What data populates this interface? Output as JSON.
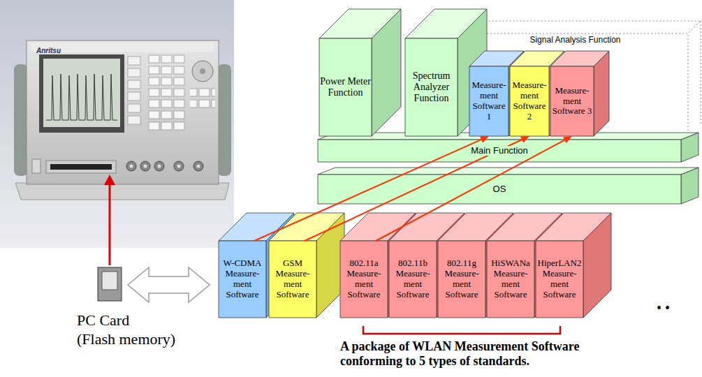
{
  "diagram": {
    "caption": "A package of WLAN Measurement Software conforming to 5 types of standards.",
    "nodes": [
      {
        "text": [
          "Power Meter Function"
        ]
      },
      {
        "text": [
          "Spectrum Analyzer Function"
        ]
      },
      {
        "text": [
          "Signal Analysis Function"
        ]
      },
      {
        "text": [
          "Measure-ment Software 1"
        ],
        "in": 2
      },
      {
        "text": [
          "Measure-ment Software 2"
        ],
        "in": 2
      },
      {
        "text": [
          "Measure-ment Software 3"
        ],
        "in": 2
      },
      {
        "text": [
          "Main Function"
        ]
      },
      {
        "text": [
          "OS"
        ]
      },
      {
        "text": [
          "W-CDMA Measure-ment Software"
        ]
      },
      {
        "text": [
          "GSM Measure-ment Software"
        ]
      },
      {
        "text": [
          "802.11a Measure-ment Software"
        ]
      },
      {
        "text": [
          "802.11b Measure-ment Software"
        ]
      },
      {
        "text": [
          "802.11g Measure-ment Software"
        ]
      },
      {
        "text": [
          "HiSWANa Measure-ment Software"
        ]
      },
      {
        "text": [
          "HiperLAN2 Measure-ment Software"
        ]
      }
    ],
    "edges": [
      {
        "from": 8,
        "to": 3,
        "arrow": "to"
      },
      {
        "from": 9,
        "to": 4,
        "arrow": "to"
      },
      {
        "from": 10,
        "to": 5,
        "arrow": "to"
      }
    ],
    "labels": [
      "Anritsu",
      "PC Card",
      "(Flash memory)",
      "• •"
    ]
  }
}
